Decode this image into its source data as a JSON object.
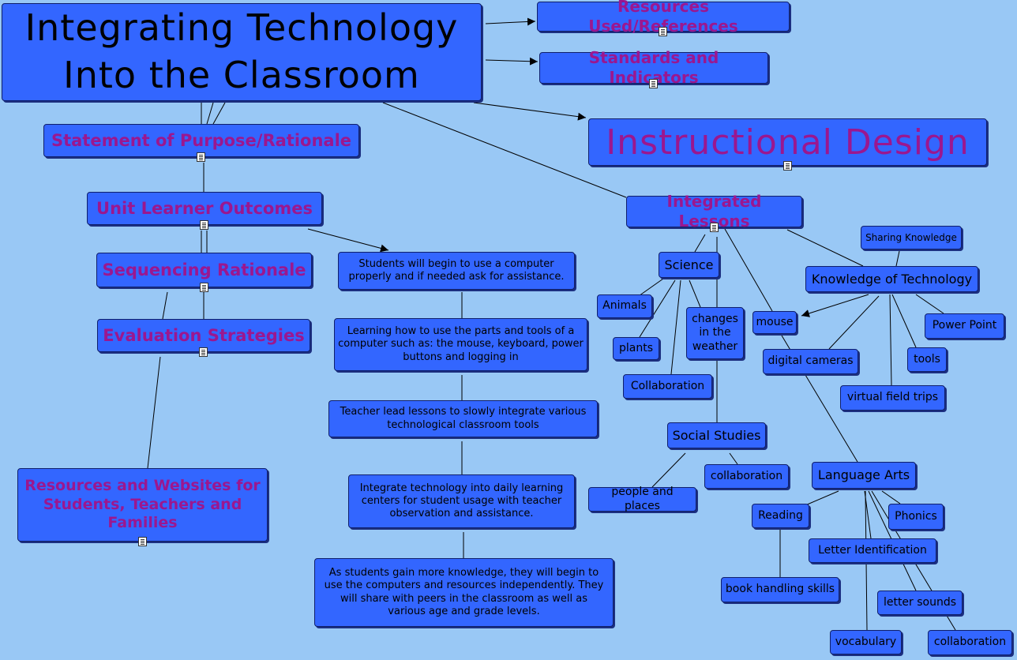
{
  "nodes": {
    "title": "Integrating Technology Into the Classroom",
    "resources_used": "Resources Used/References",
    "standards": "Standards and Indicators",
    "instructional_design": "Instructional Design",
    "statement": "Statement of Purpose/Rationale",
    "unit_outcomes": "Unit Learner Outcomes",
    "sequencing": "Sequencing Rationale",
    "evaluation": "Evaluation Strategies",
    "resources_websites": "Resources and Websites for Students, Teachers and Families",
    "outcome1": "Students will begin to use a computer properly and if needed ask for assistance.",
    "outcome2": "Learning how to use the parts and tools of a computer such as: the mouse, keyboard, power buttons and logging in",
    "outcome3": "Teacher lead lessons to slowly integrate various technological classroom tools",
    "outcome4": "Integrate technology into daily learning centers for student usage with teacher observation and assistance.",
    "outcome5": "As students gain more knowledge, they will begin to use the computers and resources independently. They will share with peers in the classroom as well as various age and grade levels.",
    "integrated_lessons": "Integrated Lessons",
    "science": "Science",
    "animals": "Animals",
    "plants": "plants",
    "weather": "changes in the weather",
    "sci_collab": "Collaboration",
    "social_studies": "Social Studies",
    "people_places": "people and places",
    "ss_collab": "collaboration",
    "mouse": "mouse",
    "knowledge_tech": "Knowledge of Technology",
    "sharing": "Sharing Knowledge",
    "power_point": "Power Point",
    "tools": "tools",
    "digital_cameras": "digital cameras",
    "field_trips": "virtual field trips",
    "language_arts": "Language Arts",
    "reading": "Reading",
    "phonics": "Phonics",
    "letter_id": "Letter Identification",
    "book_handling": "book handling skills",
    "letter_sounds": "letter sounds",
    "vocabulary": "vocabulary",
    "la_collab": "collaboration"
  },
  "colors": {
    "background": "#99c8f5",
    "node_fill": "#3366ff",
    "heading_text": "#9b178f"
  }
}
